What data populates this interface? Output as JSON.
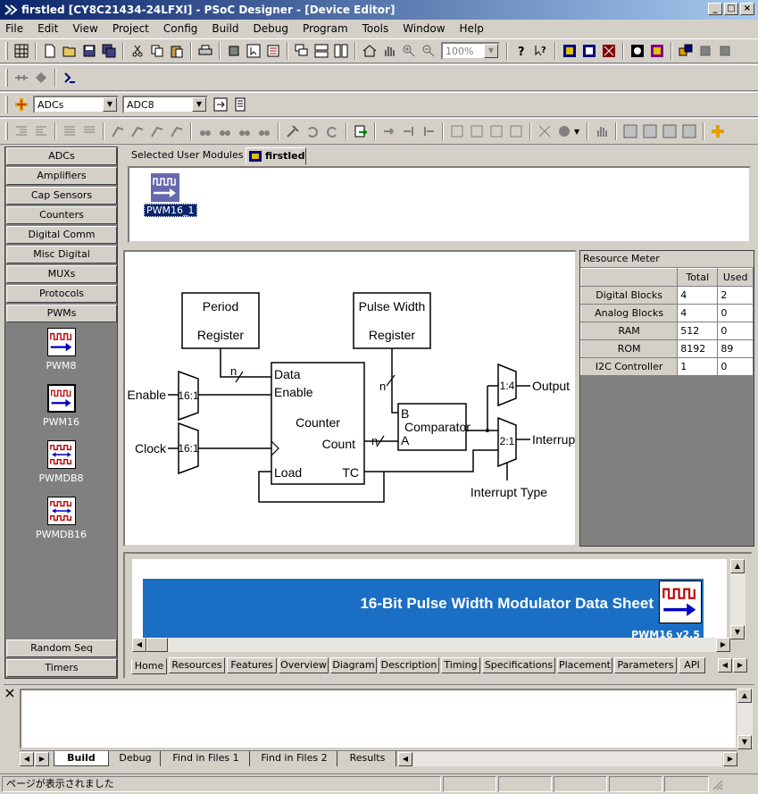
{
  "window": {
    "title": "firstled [CY8C21434-24LFXI] - PSoC Designer - [Device Editor]"
  },
  "menu": [
    "File",
    "Edit",
    "View",
    "Project",
    "Config",
    "Build",
    "Debug",
    "Program",
    "Tools",
    "Window",
    "Help"
  ],
  "toolbar": {
    "zoom": "100%"
  },
  "selectors": {
    "category": "ADCs",
    "module": "ADC8"
  },
  "categories": {
    "top": [
      "ADCs",
      "Amplifiers",
      "Cap Sensors",
      "Counters",
      "Digital Comm",
      "Misc Digital",
      "MUXs",
      "Protocols",
      "PWMs"
    ],
    "bottom": [
      "Random Seq",
      "Timers"
    ]
  },
  "modules": [
    "PWM8",
    "PWM16",
    "PWMDB8",
    "PWMDB16"
  ],
  "top_tabs": {
    "selected_label": "Selected User Modules",
    "project_tab": "firstled"
  },
  "placed_module": "PWM16_1",
  "diagram": {
    "period_l1": "Period",
    "period_l2": "Register",
    "pw_l1": "Pulse Width",
    "pw_l2": "Register",
    "enable": "Enable",
    "clock": "Clock",
    "mux16a": "16:1",
    "mux16b": "16:1",
    "data": "Data",
    "enable_pin": "Enable",
    "counter": "Counter",
    "count": "Count",
    "load": "Load",
    "tc": "TC",
    "n1": "n",
    "n2": "n",
    "n3": "n",
    "b": "B",
    "a": "A",
    "comparator": "Comparator",
    "mux14": "1:4",
    "mux21": "2:1",
    "output": "Output",
    "interrupt": "Interrupt",
    "interrupt_type": "Interrupt Type"
  },
  "resource_meter": {
    "title": "Resource Meter",
    "col_total": "Total",
    "col_used": "Used",
    "rows": [
      {
        "name": "Digital Blocks",
        "total": "4",
        "used": "2"
      },
      {
        "name": "Analog Blocks",
        "total": "4",
        "used": "0"
      },
      {
        "name": "RAM",
        "total": "512",
        "used": "0"
      },
      {
        "name": "ROM",
        "total": "8192",
        "used": "89"
      },
      {
        "name": "I2C Controller",
        "total": "1",
        "used": "0"
      }
    ]
  },
  "datasheet": {
    "title": "16-Bit Pulse Width Modulator Data Sheet",
    "version": "PWM16 v2.5"
  },
  "bottom_tabs": [
    "Home",
    "Resources",
    "Features",
    "Overview",
    "Diagram",
    "Description",
    "Timing",
    "Specifications",
    "Placement",
    "Parameters",
    "API"
  ],
  "output_tabs": [
    "Build",
    "Debug",
    "Find in Files 1",
    "Find in Files 2",
    "Results"
  ],
  "status": {
    "text": "ページが表示されました"
  }
}
